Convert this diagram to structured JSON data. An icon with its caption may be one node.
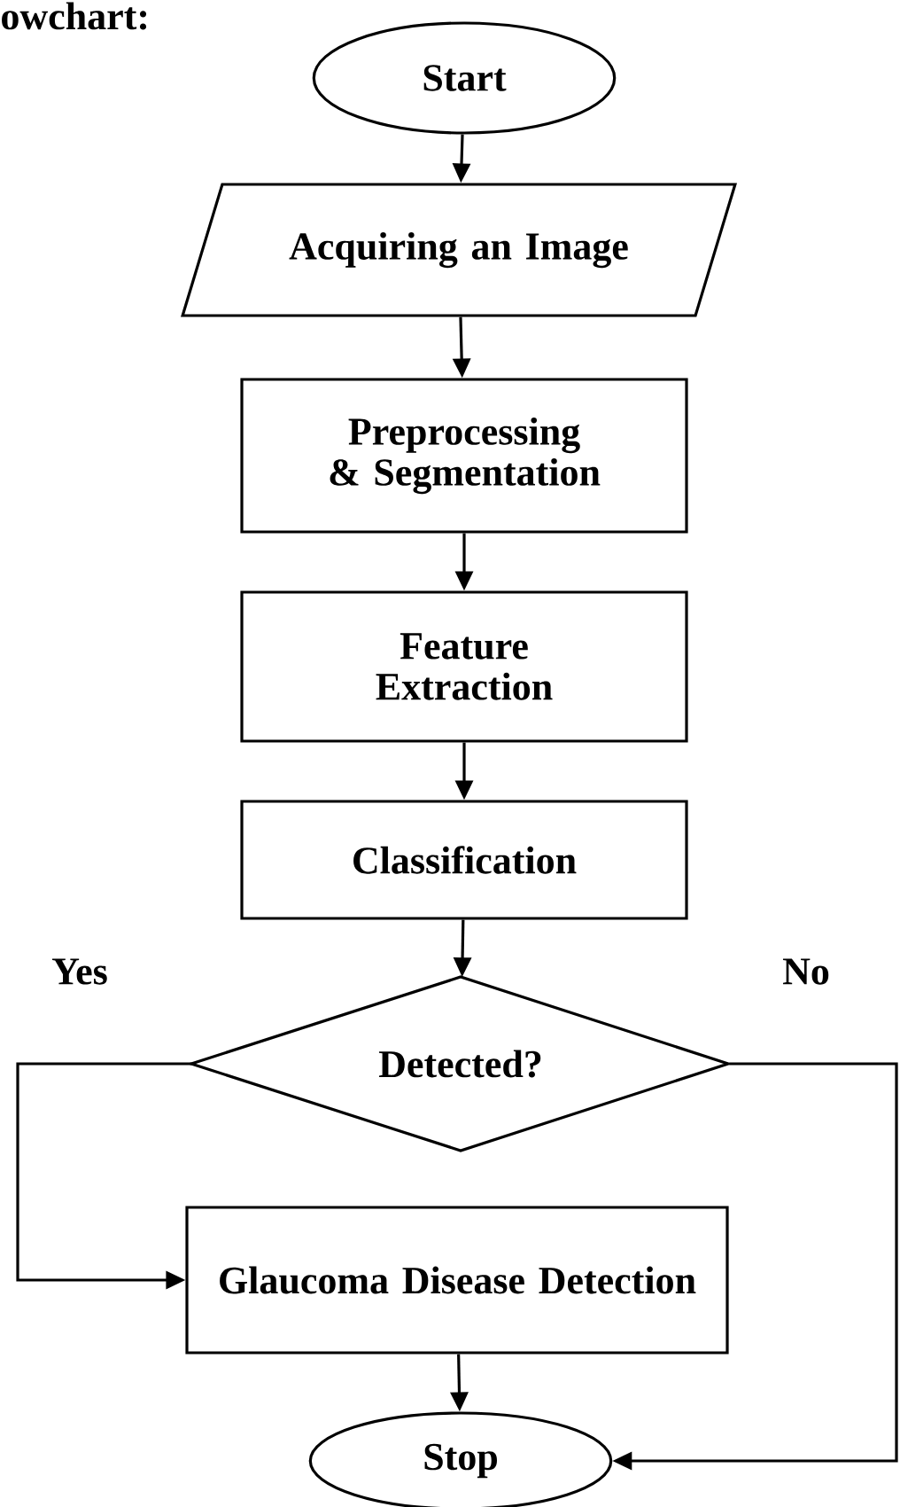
{
  "diagram": {
    "title": "owchart:",
    "nodes": [
      {
        "text": [
          "Start"
        ]
      },
      {
        "text": [
          "Acquiring an Image"
        ]
      },
      {
        "text": [
          "Preprocessing & Segmentation"
        ]
      },
      {
        "text": [
          "Feature Extraction"
        ]
      },
      {
        "text": [
          "Classification"
        ]
      },
      {
        "text": [
          "Detected?"
        ]
      },
      {
        "text": [
          "Glaucoma Disease Detection"
        ]
      },
      {
        "text": [
          "Stop"
        ]
      }
    ],
    "edges": [
      {
        "from": 0,
        "to": 1,
        "arrow": "to"
      },
      {
        "from": 1,
        "to": 2,
        "arrow": "to"
      },
      {
        "from": 2,
        "to": 3,
        "arrow": "to"
      },
      {
        "from": 3,
        "to": 4,
        "arrow": "to"
      },
      {
        "from": 4,
        "to": 5,
        "arrow": "to"
      },
      {
        "from": 5,
        "to": 6,
        "arrow": "to",
        "label": "Yes"
      },
      {
        "from": 5,
        "to": 7,
        "arrow": "to",
        "label": "No"
      },
      {
        "from": 6,
        "to": 7,
        "arrow": "to"
      }
    ]
  }
}
